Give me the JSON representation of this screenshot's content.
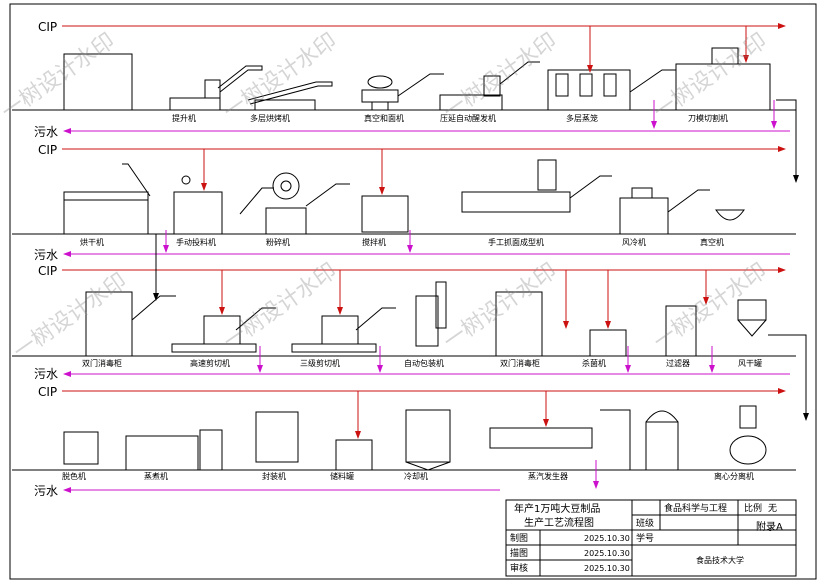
{
  "lines": {
    "cip": "CIP",
    "waste": "污水"
  },
  "rows": [
    {
      "machines": [
        "提升机",
        "多层烘烤机",
        "真空和面机",
        "压延自动醒发机",
        "多层蒸笼",
        "刀模切割机"
      ]
    },
    {
      "machines": [
        "烘干机",
        "手动投料机",
        "粉碎机",
        "搅拌机",
        "手工抓面成型机",
        "风冷机",
        "真空机"
      ]
    },
    {
      "machines": [
        "双门消毒柜",
        "高速剪切机",
        "三级剪切机",
        "自动包装机",
        "双门消毒柜",
        "杀菌机",
        "过滤器",
        "风干罐"
      ]
    },
    {
      "machines": [
        "脱色机",
        "蒸煮机",
        "封装机",
        "储料罐",
        "冷却机",
        "蒸汽发生器",
        "离心分离机"
      ]
    }
  ],
  "titleblock": {
    "title_line1": "年产1万吨大豆制品",
    "title_line2": "生产工艺流程图",
    "cell_scale_label": "比例",
    "cell_scale_value": "无",
    "cell_drawn_label": "描图",
    "cell_class_label": "班级",
    "cell_student_label": "学号",
    "cell_design": "食品科学与工程",
    "fig_no": "附录A",
    "row_draw": "制图",
    "row_trace": "描图",
    "row_check": "审核",
    "date1": "2025.10.30",
    "date2": "2025.10.30",
    "date3": "2025.10.30",
    "school": "食品技术大学"
  },
  "watermark": "一树设计水印",
  "colors": {
    "cip": "#cc1111",
    "waste": "#cc11cc",
    "line": "#000000"
  }
}
